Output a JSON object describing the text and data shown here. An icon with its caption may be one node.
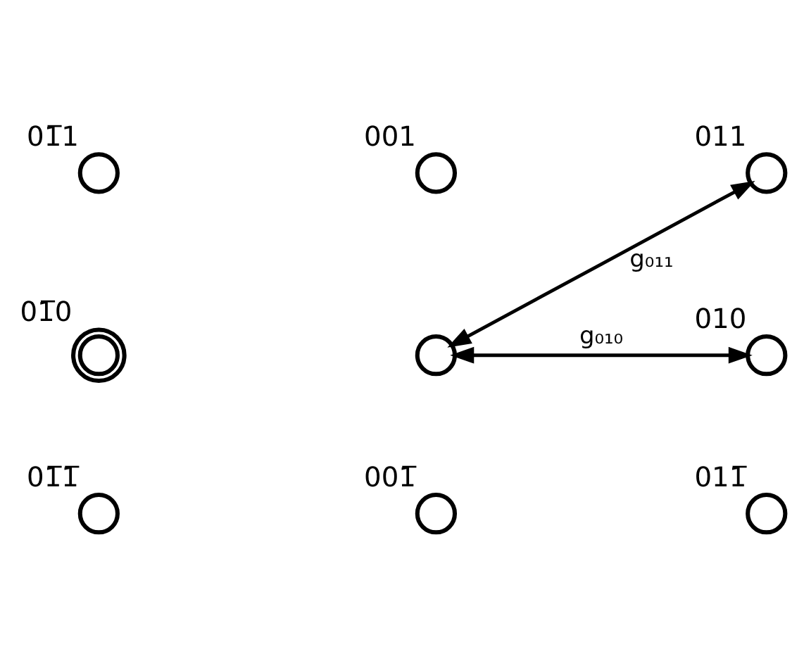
{
  "diagram": {
    "nodes": [
      {
        "text": [],
        "shape": "circle",
        "beside": [
          "01̅1"
        ]
      },
      {
        "text": [],
        "shape": "circle",
        "beside": [
          "001"
        ]
      },
      {
        "text": [],
        "shape": "circle",
        "beside": [
          "011"
        ]
      },
      {
        "text": [],
        "shape": "bullseye",
        "beside": [
          "01̅0"
        ]
      },
      {
        "text": [],
        "shape": "circle"
      },
      {
        "text": [],
        "shape": "circle",
        "beside": [
          "010"
        ]
      },
      {
        "text": [],
        "shape": "circle",
        "beside": [
          "01̅1̅"
        ]
      },
      {
        "text": [],
        "shape": "circle",
        "beside": [
          "001̅"
        ]
      },
      {
        "text": [],
        "shape": "circle",
        "beside": [
          "011̅"
        ]
      }
    ],
    "edges": [
      {
        "from": 4,
        "to": 2,
        "arrow": "both",
        "label": "g₀₁₁"
      },
      {
        "from": 4,
        "to": 5,
        "arrow": "both",
        "label": "g₀₁₀"
      }
    ]
  }
}
